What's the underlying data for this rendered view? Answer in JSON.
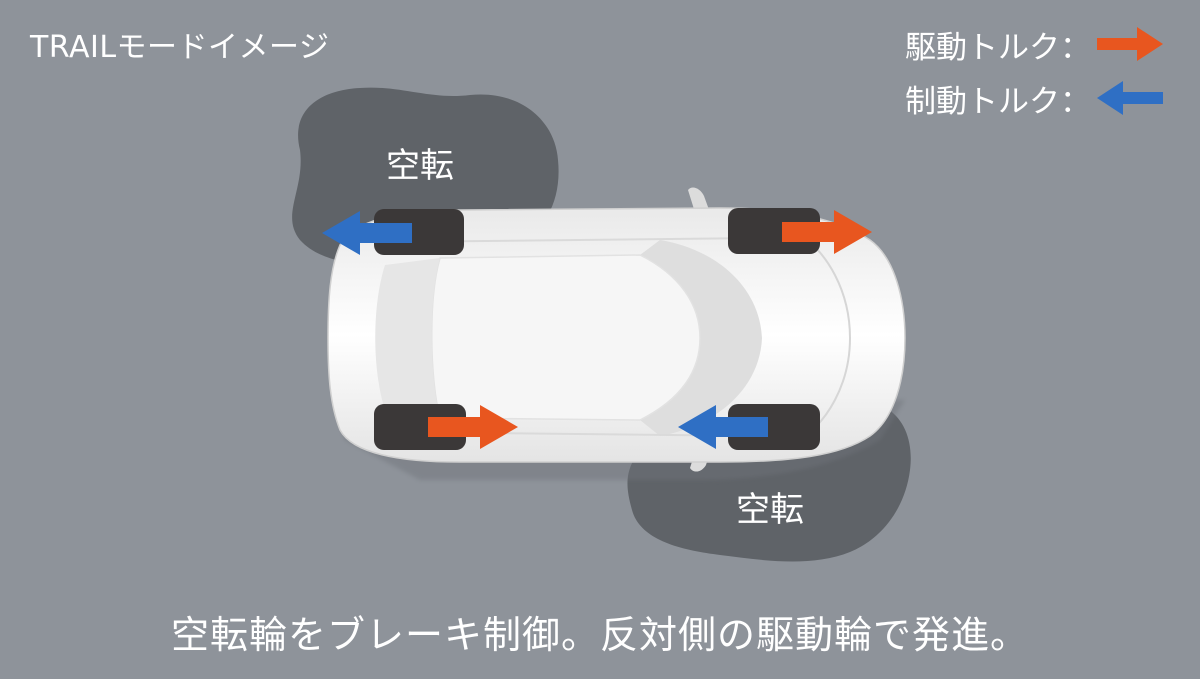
{
  "title": "TRAILモードイメージ",
  "legend": {
    "drive_label": "駆動トルク：",
    "brake_label": "制動トルク："
  },
  "spin_labels": {
    "top": "空転",
    "bottom": "空転"
  },
  "caption": "空転輪をブレーキ制御。反対側の駆動輪で発進。",
  "colors": {
    "background": "#8e939a",
    "slip_patch": "#5f6368",
    "car_body": "#f1f1f1",
    "tire": "#3b3838",
    "drive_arrow": "#e8561f",
    "brake_arrow": "#2f6fc4",
    "text": "#ffffff"
  },
  "wheels": [
    {
      "position": "rear-left",
      "state": "spinning",
      "torque": "brake"
    },
    {
      "position": "front-left",
      "state": "grip",
      "torque": "drive"
    },
    {
      "position": "rear-right",
      "state": "grip",
      "torque": "drive"
    },
    {
      "position": "front-right",
      "state": "spinning",
      "torque": "brake"
    }
  ]
}
